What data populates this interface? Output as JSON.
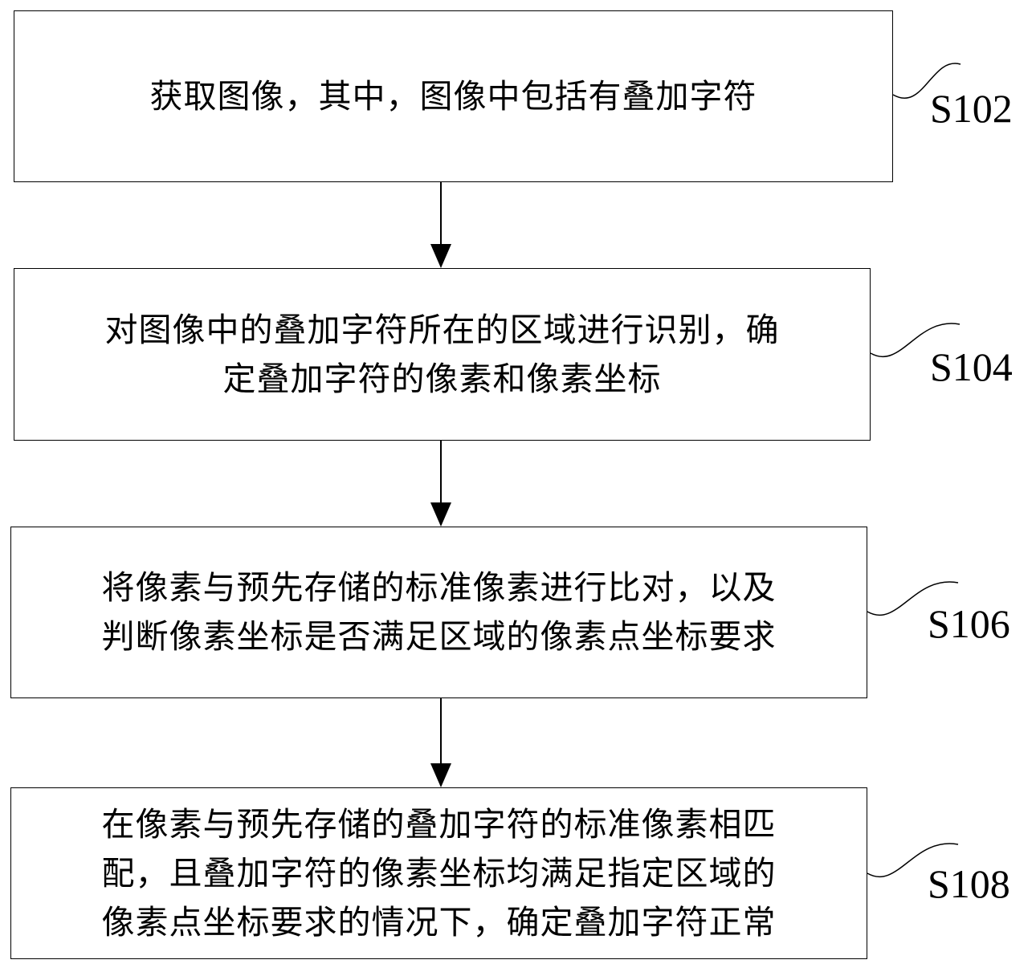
{
  "steps": [
    {
      "id": "S102",
      "lines": [
        "获取图像，其中，图像中包括有叠加字符"
      ]
    },
    {
      "id": "S104",
      "lines": [
        "对图像中的叠加字符所在的区域进行识别，确",
        "定叠加字符的像素和像素坐标"
      ]
    },
    {
      "id": "S106",
      "lines": [
        "将像素与预先存储的标准像素进行比对，以及",
        "判断像素坐标是否满足区域的像素点坐标要求"
      ]
    },
    {
      "id": "S108",
      "lines": [
        "在像素与预先存储的叠加字符的标准像素相匹",
        "配，且叠加字符的像素坐标均满足指定区域的",
        "像素点坐标要求的情况下，确定叠加字符正常"
      ]
    }
  ]
}
